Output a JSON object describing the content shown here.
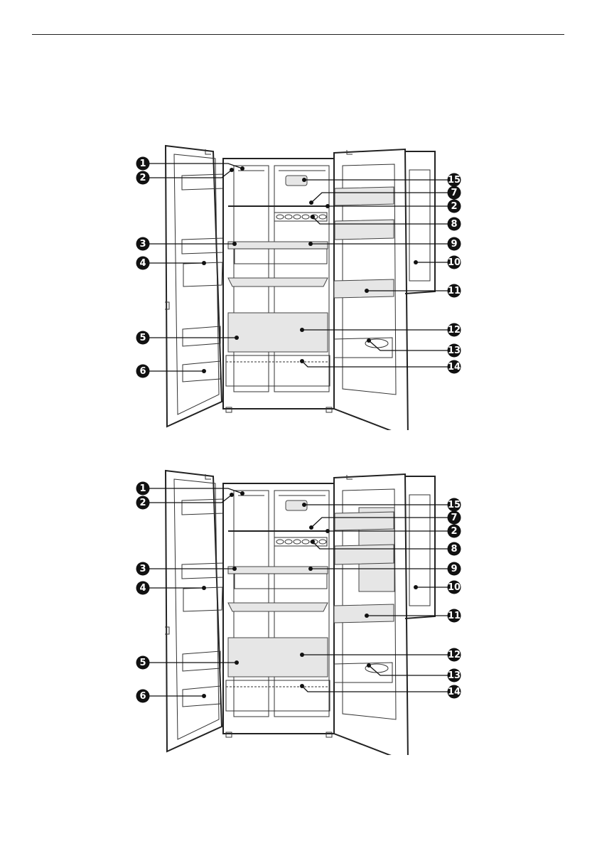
{
  "diagrams": [
    {
      "name": "fridge-diagram-1",
      "labels": [
        "1",
        "2",
        "3",
        "4",
        "5",
        "6",
        "15",
        "7",
        "2",
        "8",
        "9",
        "10",
        "11",
        "12",
        "13",
        "14"
      ]
    },
    {
      "name": "fridge-diagram-2",
      "labels": [
        "1",
        "2",
        "3",
        "4",
        "5",
        "6",
        "15",
        "7",
        "2",
        "8",
        "9",
        "10",
        "11",
        "12",
        "13",
        "14"
      ]
    }
  ]
}
